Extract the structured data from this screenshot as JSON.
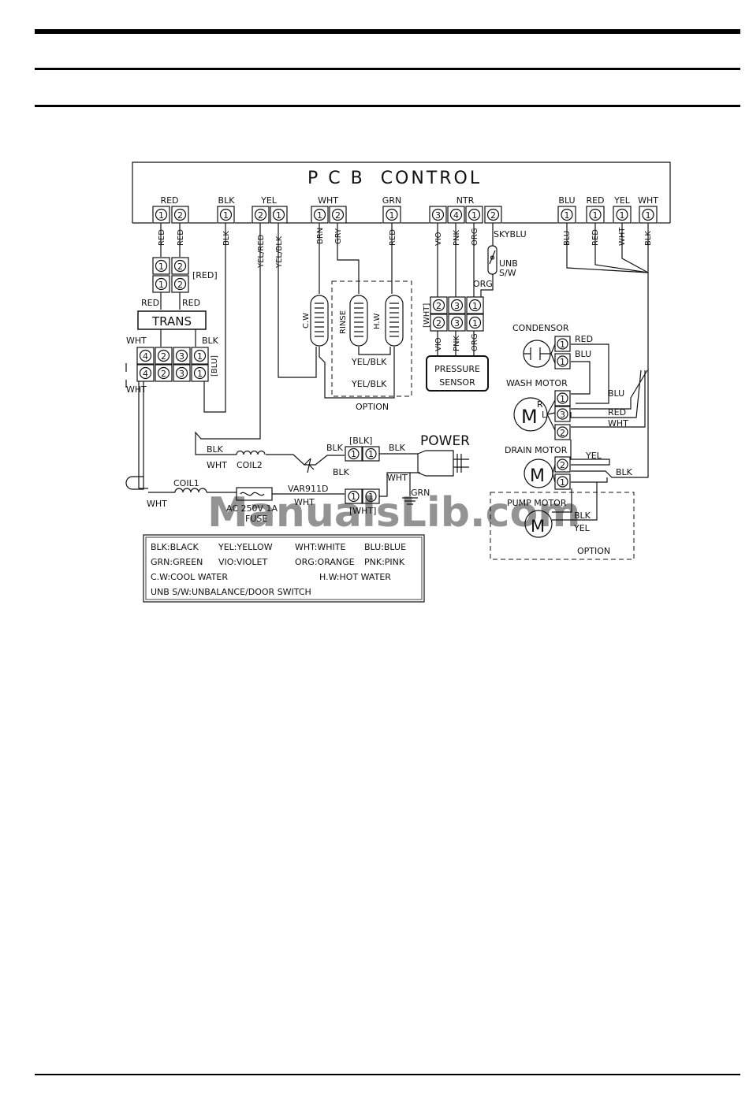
{
  "pcb": {
    "title": "P C B  CONTROL",
    "headers": [
      "RED",
      "BLK",
      "YEL",
      "WHT",
      "GRN",
      "NTR",
      "BLU",
      "RED",
      "YEL",
      "WHT"
    ],
    "pins": [
      "1",
      "2",
      "1",
      "2",
      "1",
      "1",
      "2",
      "1",
      "3",
      "4",
      "1",
      "2",
      "1",
      "1",
      "1",
      "1"
    ],
    "wires": [
      "RED",
      "RED",
      "BLK",
      "YEL/RED",
      "YEL/BLK",
      "BRN",
      "GRY",
      "RED",
      "VIO",
      "PNK",
      "ORG",
      "SKYBLU",
      "BLU",
      "RED",
      "WHT",
      "BLK"
    ]
  },
  "trans": {
    "label": "TRANS",
    "conn_red": "[RED]",
    "conn_blu": "[BLU]",
    "wire_labels": [
      "RED",
      "RED",
      "WHT",
      "BLK",
      "WHT"
    ],
    "pins_top": [
      "1",
      "2",
      "1",
      "2"
    ],
    "pins_bottom": [
      "4",
      "2",
      "3",
      "1",
      "4",
      "2",
      "3",
      "1"
    ]
  },
  "valves": {
    "cw": "C.W",
    "rinse": "RINSE",
    "hw": "H.W",
    "yelblk_1": "YEL/BLK",
    "yelblk_2": "YEL/BLK",
    "option": "OPTION"
  },
  "pressure": {
    "conn": "[WHT]",
    "pins": [
      "2",
      "3",
      "1",
      "2",
      "3",
      "1"
    ],
    "wires": [
      "VIO",
      "PNK",
      "ORG"
    ],
    "label_1": "PRESSURE",
    "label_2": "SENSOR",
    "unb_1": "UNB",
    "unb_2": "S/W",
    "org": "ORG"
  },
  "condenser": {
    "label": "CONDENSOR",
    "pins": [
      "1",
      "1"
    ],
    "wires": [
      "RED",
      "BLU"
    ]
  },
  "wash_motor": {
    "label": "WASH MOTOR",
    "m": "M",
    "r": "R",
    "l": "L",
    "pins": [
      "1",
      "3",
      "2"
    ],
    "wires": [
      "BLU",
      "RED",
      "WHT"
    ]
  },
  "drain_motor": {
    "label": "DRAIN MOTOR",
    "m": "M",
    "pins": [
      "2",
      "1"
    ],
    "wires": [
      "YEL",
      "BLK"
    ]
  },
  "pump_motor": {
    "label": "PUMP MOTOR",
    "m": "M",
    "wires": [
      "BLK",
      "YEL"
    ],
    "option": "OPTION"
  },
  "power": {
    "label": "POWER",
    "conn_blk": "[BLK]",
    "conn_wht": "[WHT]",
    "pins": [
      "1",
      "1",
      "1",
      "1"
    ],
    "wires": {
      "blk_top": "BLK",
      "blk_left": "BLK",
      "blk_var": "BLK",
      "wht_coil2": "WHT",
      "wht_plug": "WHT",
      "wht_fuse": "WHT",
      "wht_coil1": "WHT",
      "grn": "GRN"
    },
    "coil1": "COIL1",
    "coil2": "COIL2",
    "var": "VAR911D",
    "fuse_1": "AC 250V 1A",
    "fuse_2": "FUSE"
  },
  "legend": {
    "row1": [
      "BLK:BLACK",
      "YEL:YELLOW",
      "WHT:WHITE",
      "BLU:BLUE"
    ],
    "row2": [
      "GRN:GREEN",
      "VIO:VIOLET",
      "ORG:ORANGE",
      "PNK:PINK"
    ],
    "row3": [
      "C.W:COOL WATER",
      "H.W:HOT WATER"
    ],
    "row4": "UNB S/W:UNBALANCE/DOOR SWITCH"
  },
  "watermark": "ManualsLib.com"
}
